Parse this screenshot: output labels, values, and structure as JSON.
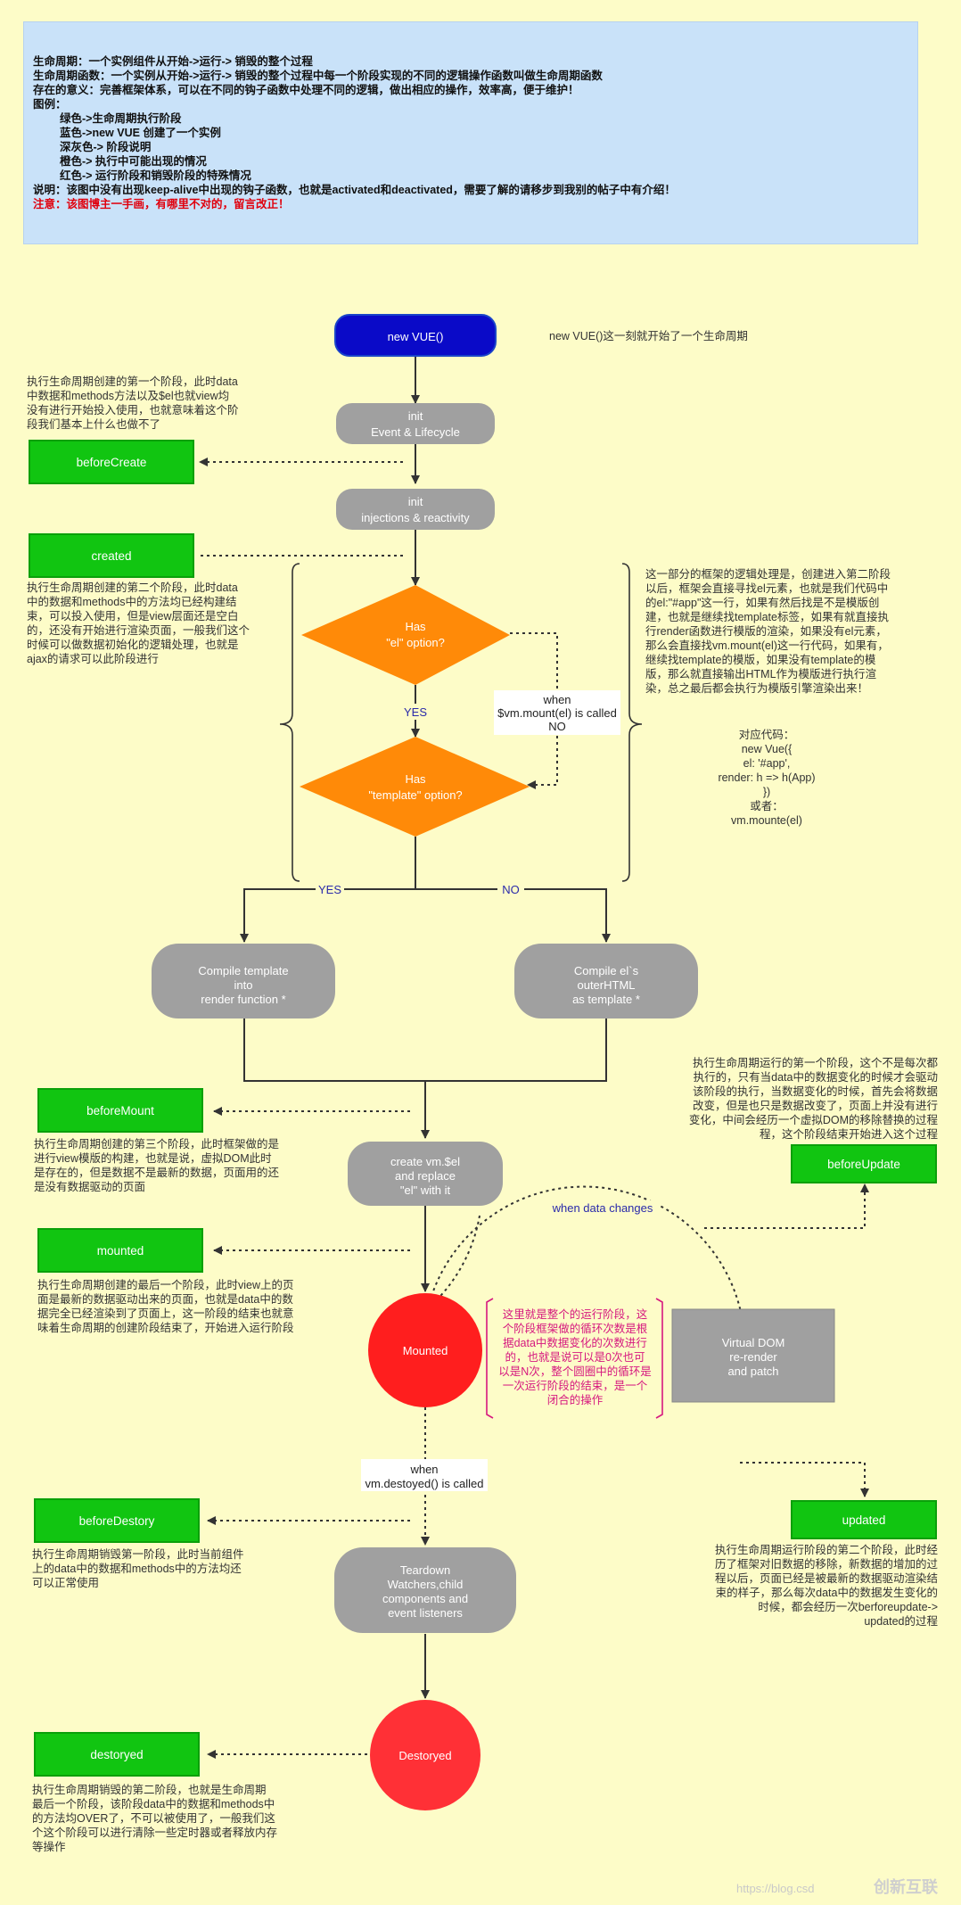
{
  "legend": {
    "lines": [
      "生命周期：一个实例组件从开始->运行-> 销毁的整个过程",
      "生命周期函数：一个实例从开始->运行-> 销毁的整个过程中每一个阶段实现的不同的逻辑操作函数叫做生命周期函数",
      "存在的意义：完善框架体系，可以在不同的钩子函数中处理不同的逻辑，做出相应的操作，效率高，便于维护！",
      "图例："
    ],
    "items": [
      "绿色->生命周期执行阶段",
      "蓝色->new VUE 创建了一个实例",
      "深灰色-> 阶段说明",
      "橙色-> 执行中可能出现的情况",
      "红色-> 运行阶段和销毁阶段的特殊情况"
    ],
    "explain": "说明：该图中没有出现keep-alive中出现的钩子函数，也就是activated和deactivated，需要了解的请移步到我别的帖子中有介绍！",
    "notice": "注意：该图博主一手画，有哪里不对的，留言改正！"
  },
  "colors": {
    "legend_bg": "#c9e2f9",
    "page_bg": "#fdfcc8",
    "hook_green": "#11c511",
    "instance_blue": "#0a0ac8",
    "stage_gray": "#a0a0a0",
    "condition_orange": "#ff8a08",
    "special_red": "#ff1e1e",
    "annotation_pink": "#d6187f"
  },
  "nodes": {
    "new_vue": "new VUE()",
    "init_events": [
      "init",
      "Event & Lifecycle"
    ],
    "init_injections": [
      "init",
      "injections & reactivity"
    ],
    "has_el": [
      "Has",
      "\"el\" option?"
    ],
    "has_template": [
      "Has",
      "\"template\" option?"
    ],
    "compile_template": [
      "Compile template",
      "into",
      "render function *"
    ],
    "compile_el": [
      "Compile el`s",
      "outerHTML",
      "as template *"
    ],
    "create_vm": [
      "create vm.$el",
      "and replace",
      "\"el\" with it"
    ],
    "mounted": "Mounted",
    "virtual_dom": [
      "Virtual DOM",
      "re-render",
      "and patch"
    ],
    "teardown": [
      "Teardown",
      "Watchers,child",
      "components and",
      "event listeners"
    ],
    "destroyed_circle": "Destoryed"
  },
  "hooks": {
    "beforeCreate": "beforeCreate",
    "created": "created",
    "beforeMount": "beforeMount",
    "mounted": "mounted",
    "beforeUpdate": "beforeUpdate",
    "updated": "updated",
    "beforeDestory": "beforeDestory",
    "destoryed": "destoryed"
  },
  "edge_labels": {
    "yes_el": "YES",
    "when_mount": [
      "when",
      "$vm.mount(el) is called",
      "NO"
    ],
    "yes_template": "YES",
    "no_template": "NO",
    "when_data_changes": "when data changes",
    "when_destroyed": [
      "when",
      "vm.destoyed() is called"
    ]
  },
  "notes": {
    "new_vue_note": "new VUE()这一刻就开始了一个生命周期",
    "before_create_note": [
      "执行生命周期创建的第一个阶段，此时data",
      "中数据和methods方法以及$el也就view均",
      "没有进行开始投入使用，也就意味着这个阶",
      "段我们基本上什么也做不了"
    ],
    "created_note": [
      "执行生命周期创建的第二个阶段，此时data",
      "中的数据和methods中的方法均已经构建结",
      "束，可以投入使用，但是view层面还是空白",
      "的，还没有开始进行渲染页面，一般我们这个",
      "时候可以做数据初始化的逻辑处理，也就是",
      "ajax的请求可以此阶段进行"
    ],
    "logic_note": [
      "这一部分的框架的逻辑处理是，创建进入第二阶段",
      "以后，框架会直接寻找el元素，也就是我们代码中",
      "的el:\"#app\"这一行，如果有然后找是不是模版创",
      "建，也就是继续找template标签，如果有就直接执",
      "行render函数进行模版的渲染，如果没有el元素，",
      "那么会直接找vm.mount(el)这一行代码，如果有，",
      "继续找template的模版，如果没有template的模",
      "版，那么就直接输出HTML作为模版进行执行渲",
      "染，总之最后都会执行为模版引擎渲染出来！"
    ],
    "code_note": [
      "对应代码：",
      "new Vue({",
      "el: '#app',",
      "render: h => h(App)",
      "})",
      "或者：",
      "vm.mounte(el)"
    ],
    "before_mount_note": [
      "执行生命周期创建的第三个阶段，此时框架做的是",
      "进行view模版的构建，也就是说，虚拟DOM此时",
      "是存在的，但是数据不是最新的数据，页面用的还",
      "是没有数据驱动的页面"
    ],
    "mounted_note": [
      "执行生命周期创建的最后一个阶段，此时view上的页",
      "面是最新的数据驱动出来的页面，也就是data中的数",
      "据完全已经渲染到了页面上，这一阶段的结束也就意",
      "味着生命周期的创建阶段结束了，开始进入运行阶段"
    ],
    "before_update_note": [
      "执行生命周期运行的第一个阶段，这个不是每次都",
      "执行的，只有当data中的数据变化的时候才会驱动",
      "该阶段的执行，当数据变化的时候，首先会将数据",
      "改变，但是也只是数据改变了，页面上并没有进行",
      "变化，中间会经历一个虚拟DOM的移除替换的过程",
      "程，这个阶段结束开始进入这个过程"
    ],
    "loop_note": [
      "这里就是整个的运行阶段，这",
      "个阶段框架做的循环次数是根",
      "据data中数据变化的次数进行",
      "的，也就是说可以是0次也可",
      "以是N次，整个圆圈中的循环是",
      "一次运行阶段的结束，是一个",
      "闭合的操作"
    ],
    "updated_note": [
      "执行生命周期运行阶段的第二个阶段，此时经",
      "历了框架对旧数据的移除，新数据的增加的过",
      "程以后，页面已经是被最新的数据驱动渲染结",
      "束的样子，那么每次data中的数据发生变化的",
      "时候，都会经历一次berforeupdate->",
      "updated的过程"
    ],
    "before_destory_note": [
      "执行生命周期销毁第一阶段，此时当前组件",
      "上的data中的数据和methods中的方法均还",
      "可以正常使用"
    ],
    "destoryed_note": [
      "执行生命周期销毁的第二阶段，也就是生命周期",
      "最后一个阶段，该阶段data中的数据和methods中",
      "的方法均OVER了，不可以被使用了，一般我们这",
      "个这个阶段可以进行清除一些定时器或者释放内存",
      "等操作"
    ]
  },
  "watermark": {
    "url": "https://blog.csd",
    "brand": "创新互联"
  }
}
